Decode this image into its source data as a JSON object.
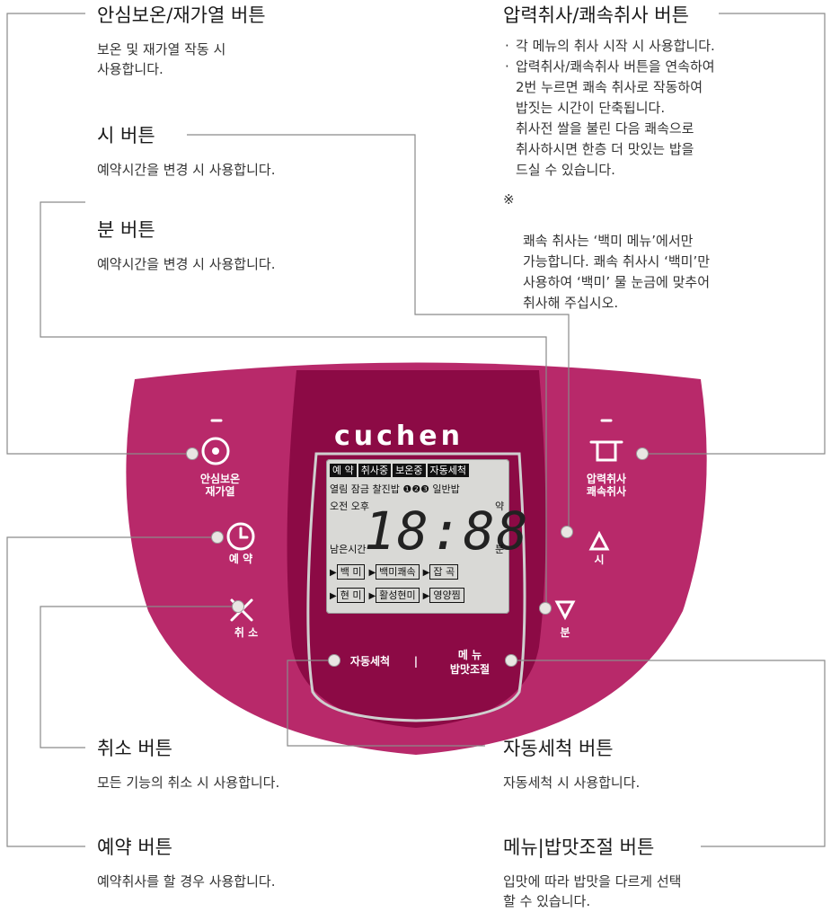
{
  "callouts": {
    "safe_warm": {
      "title": "안심보온/재가열 버튼",
      "desc": "보온 및 재가열 작동 시\n사용합니다."
    },
    "hour": {
      "title": "시 버튼",
      "desc": "예약시간을 변경 시 사용합니다."
    },
    "minute": {
      "title": "분 버튼",
      "desc": "예약시간을 변경 시 사용합니다."
    },
    "cancel": {
      "title": "취소 버튼",
      "desc": "모든 기능의 취소 시 사용합니다."
    },
    "reserve": {
      "title": "예약 버튼",
      "desc": "예약취사를 할 경우 사용합니다."
    },
    "pressure": {
      "title": "압력취사/쾌속취사 버튼",
      "bullets": [
        "각 메뉴의 취사 시작 시 사용합니다.",
        "압력취사/쾌속취사 버튼을 연속하여\n2번 누르면 쾌속 취사로 작동하여\n밥짓는 시간이 단축됩니다.\n취사전 쌀을 불린 다음 쾌속으로\n취사하시면 한층 더 맛있는 밥을\n드실 수 있습니다."
      ],
      "note_mark": "※",
      "note": "쾌속 취사는 ‘백미 메뉴’에서만\n가능합니다. 쾌속 취사시 ‘백미’만\n사용하여 ‘백미’ 물 눈금에 맞추어\n취사해 주십시오."
    },
    "auto_clean": {
      "title": "자동세척 버튼",
      "desc": "자동세척 시 사용합니다."
    },
    "menu_taste": {
      "title": "메뉴|밥맛조절 버튼",
      "desc": "입맛에 따라 밥맛을 다르게 선택\n할 수 있습니다."
    }
  },
  "panel": {
    "brand": "cuchen",
    "buttons": {
      "safe_warm": "안심보온\n재가열",
      "reserve": "예 약",
      "cancel": "취 소",
      "pressure": "압력취사\n쾌속취사",
      "hour": "시",
      "minute": "분",
      "auto_clean": "자동세척",
      "menu_top": "메 뉴",
      "menu_bottom": "밥맛조절",
      "separator": "|"
    },
    "lcd": {
      "status_tags": [
        "예 약",
        "취사중",
        "보온중",
        "자동세척"
      ],
      "row2": "열림 잠금  찰진밥 ❶❷❸ 일반밥",
      "ampm": "오전 오후",
      "digits": "18:88",
      "unit_top": "약",
      "remaining": "남은시간",
      "unit_bottom": "분",
      "menus_row1": [
        "백  미",
        "백미쾌속",
        "잡  곡"
      ],
      "menus_row2": [
        "현  미",
        "활성현미",
        "영양찜"
      ]
    }
  },
  "colors": {
    "panel_outer": "#b8296a",
    "panel_inner": "#8c0a45",
    "lcd": "#d9d9d6"
  }
}
